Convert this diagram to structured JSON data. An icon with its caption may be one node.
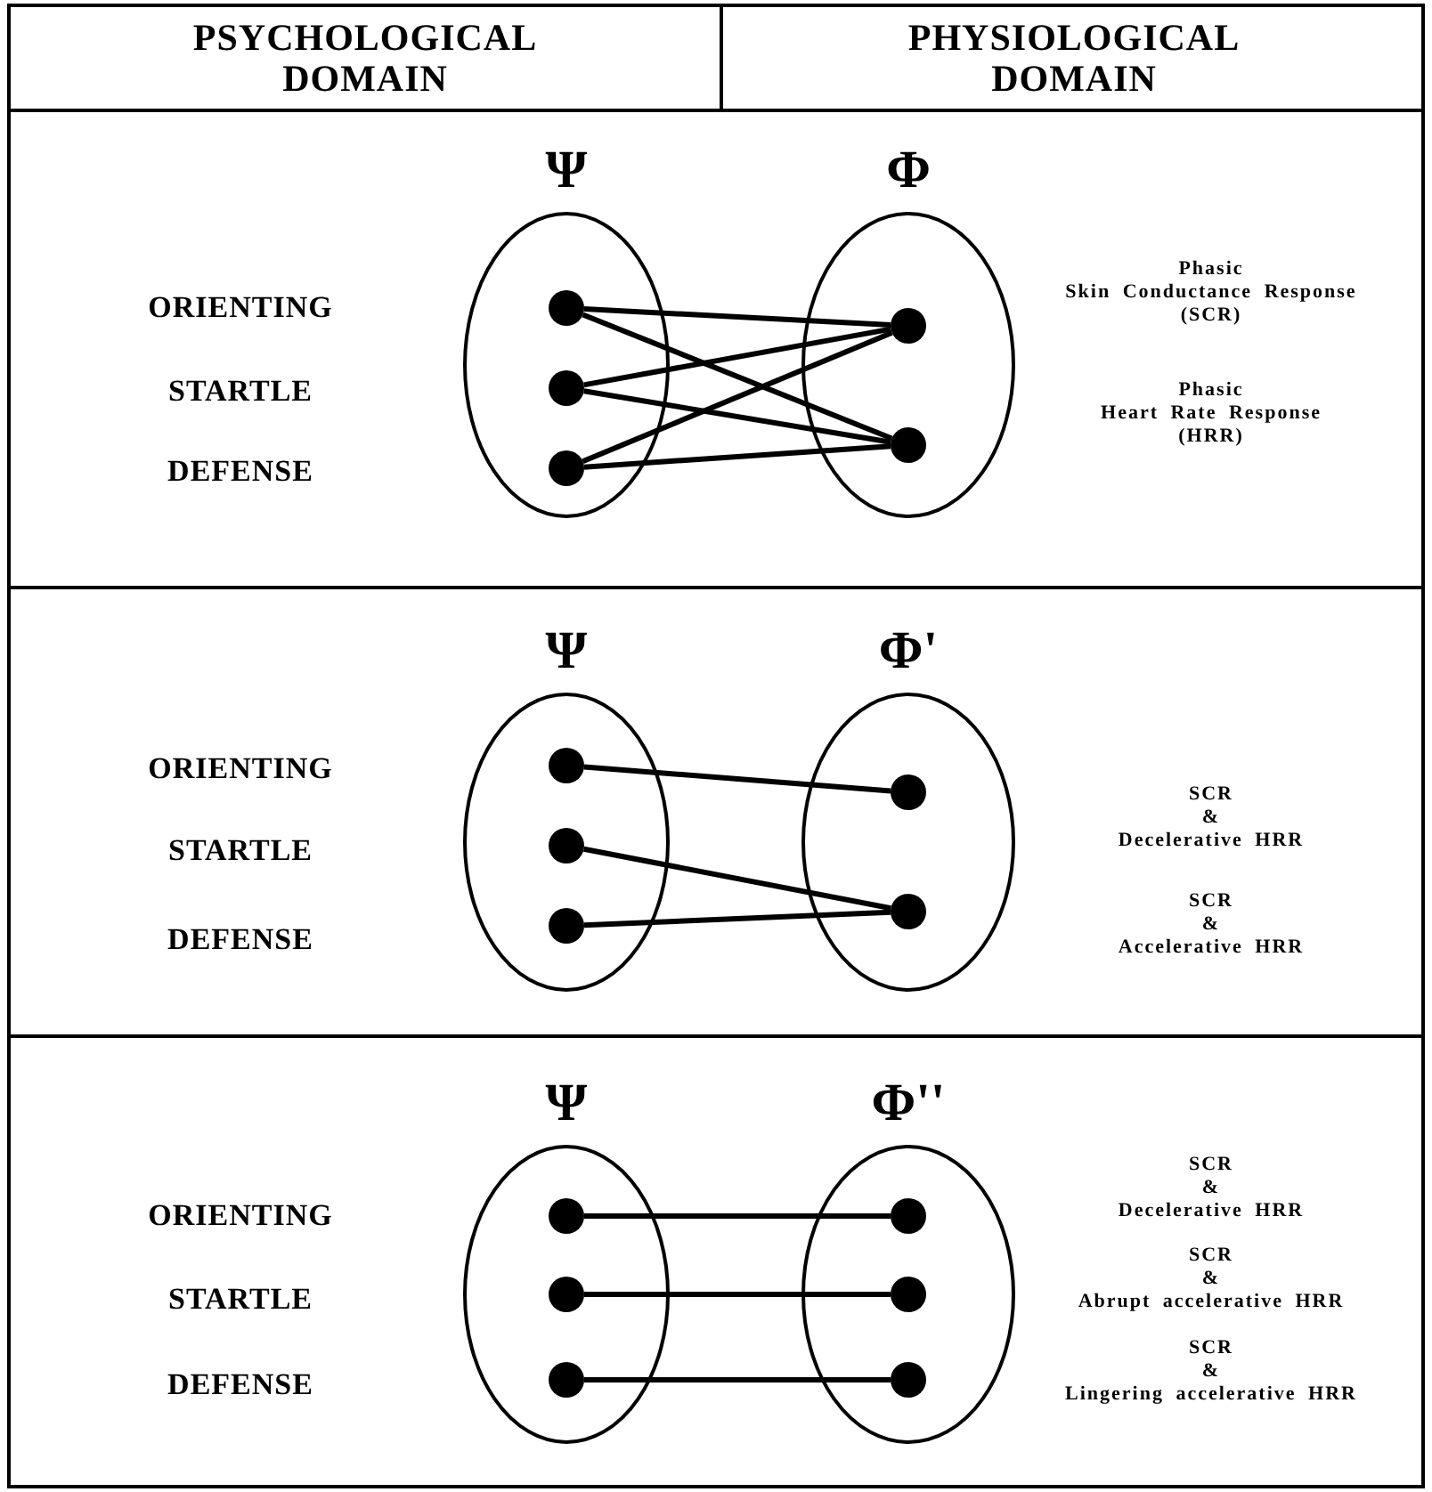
{
  "diagram": {
    "nodes": [
      {
        "text": [
          "Ψ"
        ]
      },
      {
        "text": [],
        "shape": "circle",
        "in": 0
      },
      {
        "text": [],
        "shape": "circle",
        "in": 0
      },
      {
        "text": [],
        "shape": "circle",
        "in": 0
      },
      {
        "text": [
          "Φ"
        ]
      },
      {
        "text": [],
        "shape": "circle",
        "in": 4
      },
      {
        "text": [],
        "shape": "circle",
        "in": 4
      },
      {
        "text": [
          "Ψ"
        ]
      },
      {
        "text": [],
        "shape": "circle",
        "in": 7
      },
      {
        "text": [],
        "shape": "circle",
        "in": 7
      },
      {
        "text": [],
        "shape": "circle",
        "in": 7
      },
      {
        "text": [
          "Φ'"
        ]
      },
      {
        "text": [],
        "shape": "circle",
        "in": 11
      },
      {
        "text": [],
        "shape": "circle",
        "in": 11
      },
      {
        "text": [
          "Ψ"
        ]
      },
      {
        "text": [],
        "shape": "circle",
        "in": 14
      },
      {
        "text": [],
        "shape": "circle",
        "in": 14
      },
      {
        "text": [],
        "shape": "circle",
        "in": 14
      },
      {
        "text": [
          "Φ''"
        ]
      },
      {
        "text": [],
        "shape": "circle",
        "in": 18
      },
      {
        "text": [],
        "shape": "circle",
        "in": 18
      },
      {
        "text": [],
        "shape": "circle",
        "in": 18
      }
    ],
    "edges": [
      {
        "from": 1,
        "to": 5,
        "arrow": "none"
      },
      {
        "from": 1,
        "to": 6,
        "arrow": "none"
      },
      {
        "from": 2,
        "to": 5,
        "arrow": "none"
      },
      {
        "from": 2,
        "to": 6,
        "arrow": "none"
      },
      {
        "from": 3,
        "to": 5,
        "arrow": "none"
      },
      {
        "from": 3,
        "to": 6,
        "arrow": "none"
      },
      {
        "from": 8,
        "to": 12,
        "arrow": "none"
      },
      {
        "from": 9,
        "to": 13,
        "arrow": "none"
      },
      {
        "from": 10,
        "to": 13,
        "arrow": "none"
      },
      {
        "from": 15,
        "to": 19,
        "arrow": "none"
      },
      {
        "from": 16,
        "to": 20,
        "arrow": "none"
      },
      {
        "from": 17,
        "to": 21,
        "arrow": "none"
      }
    ],
    "labels": [
      "PSYCHOLOGICAL DOMAIN",
      "PHYSIOLOGICAL DOMAIN",
      "ORIENTING",
      "STARTLE",
      "DEFENSE",
      "Phasic Skin Conductance Response (SCR)",
      "Phasic Heart Rate Response (HRR)",
      "ORIENTING",
      "STARTLE",
      "DEFENSE",
      "SCR & Decelerative HRR",
      "SCR & Accelerative HRR",
      "ORIENTING",
      "STARTLE",
      "DEFENSE",
      "SCR & Decelerative HRR",
      "SCR & Abrupt accelerative HRR",
      "SCR & Lingering accelerative HRR"
    ]
  }
}
